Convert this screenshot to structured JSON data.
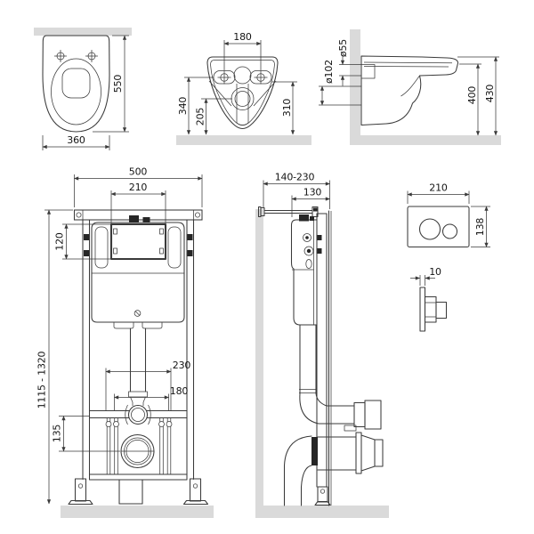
{
  "colors": {
    "line": "#3a3a3a",
    "wall_fill": "#dadada",
    "text": "#141414",
    "background": "#ffffff"
  },
  "views": {
    "toilet_top": {
      "dim_depth": "550",
      "dim_width": "360"
    },
    "toilet_rear": {
      "dim_bolt_spacing": "180",
      "dim_left_height": "340",
      "dim_outlet_height": "205",
      "dim_right_height": "310"
    },
    "toilet_side": {
      "dim_inlet": "ø55",
      "dim_outlet": "ø102",
      "dim_rim_height": "400",
      "dim_overall_height": "430"
    },
    "frame_front": {
      "dim_width": "500",
      "dim_opening_width": "210",
      "dim_opening_height": "120",
      "dim_height_range": "1115 - 1320",
      "dim_stud_outer": "230",
      "dim_stud_inner": "180",
      "dim_drain_offset": "135"
    },
    "frame_side": {
      "dim_wall_offset": "140-230",
      "dim_depth": "130"
    },
    "flush_plate": {
      "dim_width": "210",
      "dim_height": "138",
      "dim_thickness": "10"
    }
  }
}
